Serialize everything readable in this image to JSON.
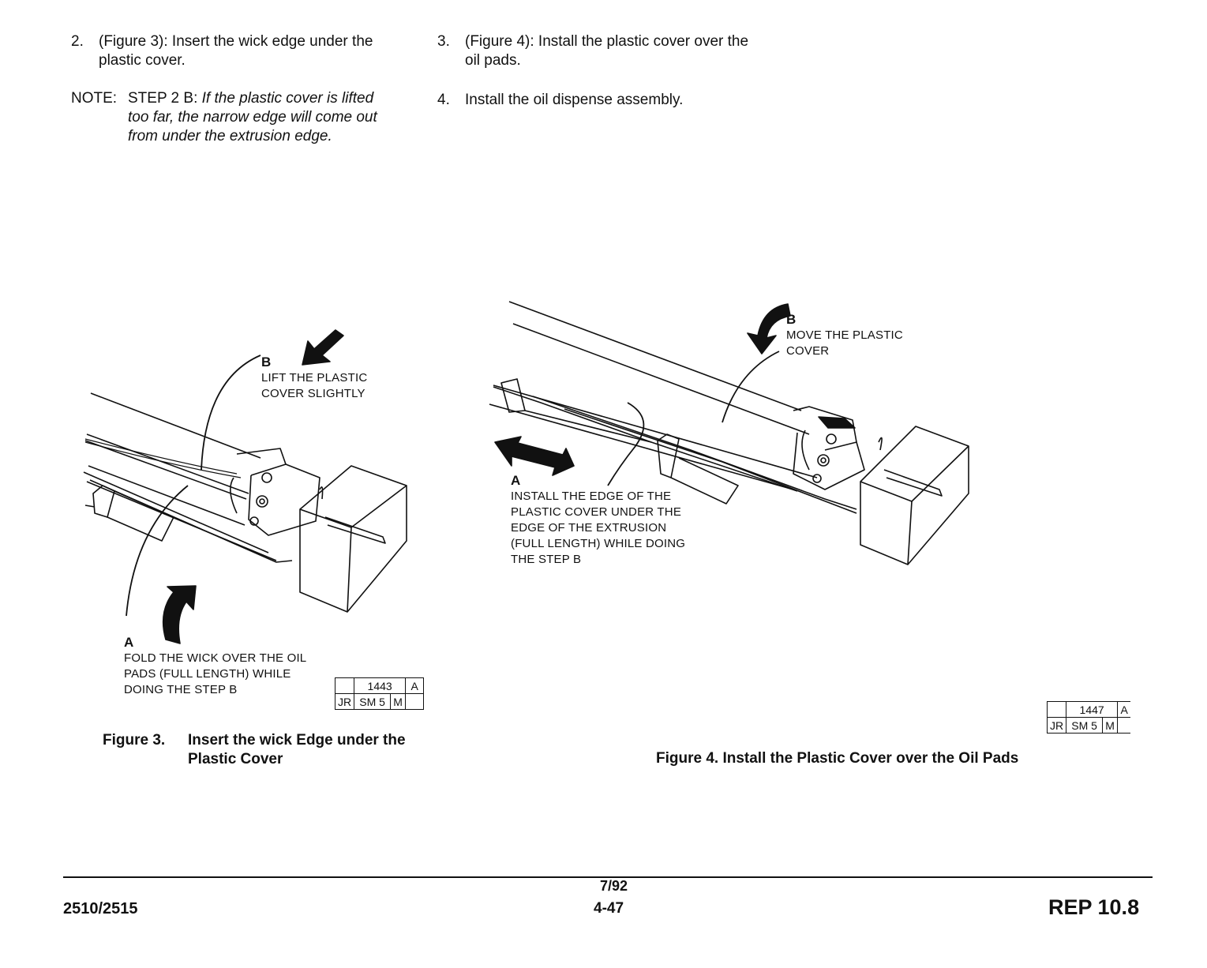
{
  "steps": [
    {
      "num": "2.",
      "text": "(Figure 3):  Insert the wick edge under the",
      "text2": "plastic cover."
    },
    {
      "num": "3.",
      "text": "(Figure 4):  Install the plastic cover over the",
      "text2": "oil pads."
    },
    {
      "num": "4.",
      "text": "Install the oil dispense assembly."
    }
  ],
  "note": {
    "label": "NOTE:",
    "lead": "STEP 2 B: ",
    "line1": "If the plastic cover is lifted",
    "line2": "too far, the narrow edge  will come out",
    "line3": "from under the extrusion edge."
  },
  "figure3": {
    "callout_b_letter": "B",
    "callout_b_line1": "LIFT THE PLASTIC",
    "callout_b_line2": "COVER SLIGHTLY",
    "callout_a_letter": "A",
    "callout_a_line1": "FOLD THE WICK OVER THE OIL",
    "callout_a_line2": "PADS (FULL LENGTH) WHILE",
    "callout_a_line3": "DOING THE STEP B",
    "tag": {
      "num": "1443",
      "rev": "A",
      "c1": "JR",
      "c2": "SM 5",
      "c3": "M"
    },
    "caption_label": "Figure 3.",
    "caption_line1": "Insert the wick Edge under the",
    "caption_line2": "Plastic Cover"
  },
  "figure4": {
    "callout_b_letter": "B",
    "callout_b_line1": "MOVE THE PLASTIC",
    "callout_b_line2": "COVER",
    "callout_a_letter": "A",
    "callout_a_line1": "INSTALL THE EDGE OF THE",
    "callout_a_line2": "PLASTIC COVER UNDER THE",
    "callout_a_line3": "EDGE OF THE EXTRUSION",
    "callout_a_line4": "(FULL LENGTH) WHILE DOING",
    "callout_a_line5": "THE STEP B",
    "tag": {
      "num": "1447",
      "rev": "A",
      "c1": "JR",
      "c2": "SM 5",
      "c3": "M"
    },
    "caption": "Figure 4.  Install the Plastic Cover over the Oil Pads"
  },
  "footer": {
    "model": "2510/2515",
    "date": "7/92",
    "page": "4-47",
    "section": "REP 10.8"
  }
}
